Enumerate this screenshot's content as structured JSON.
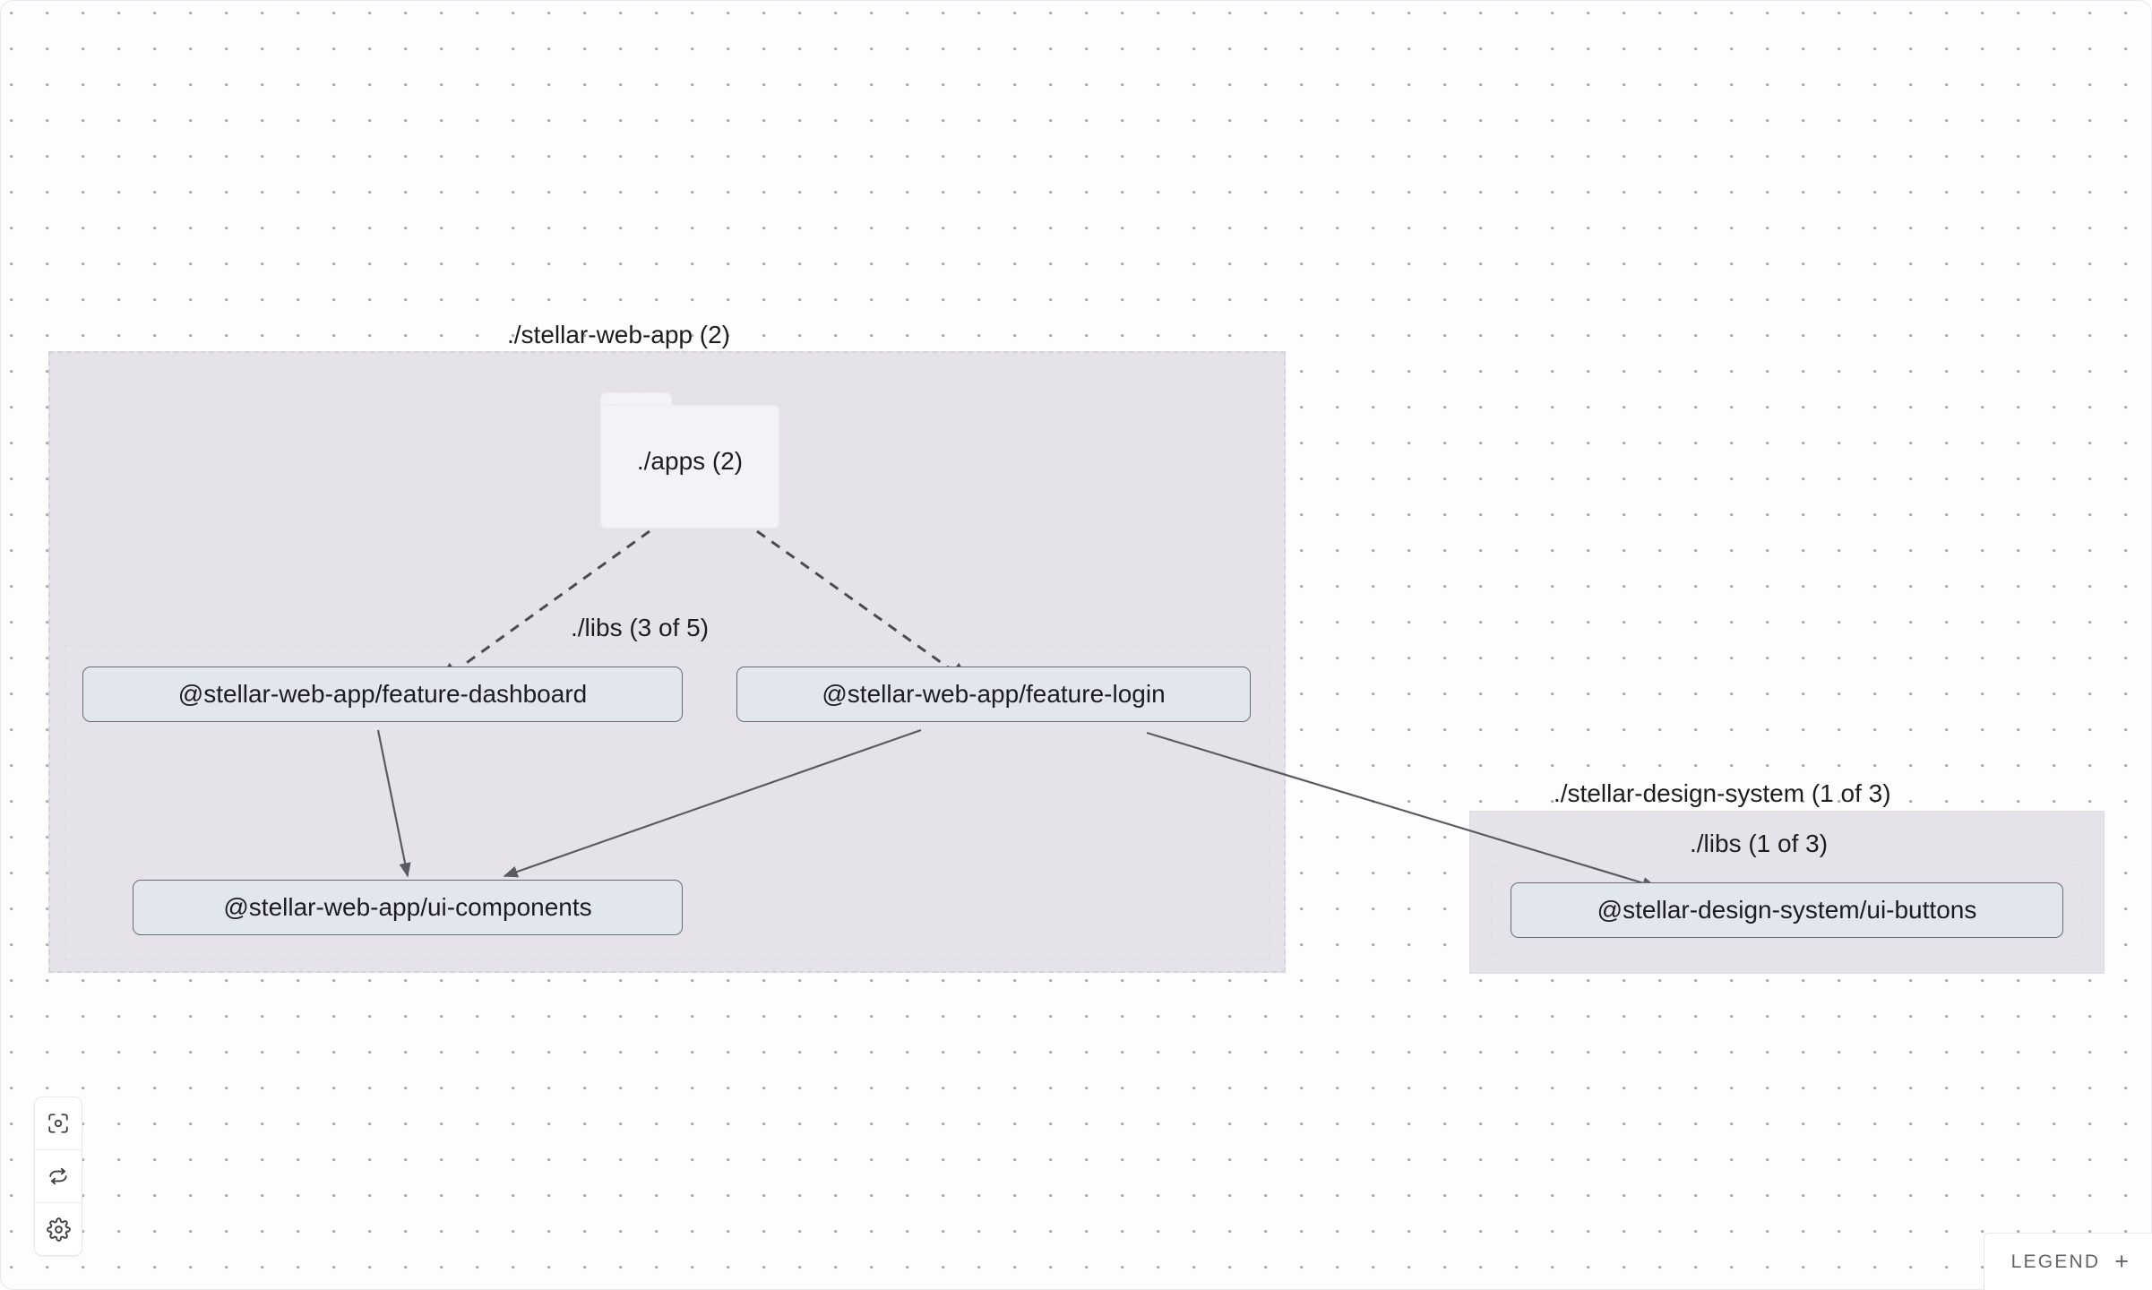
{
  "canvas": {
    "background_color": "#fdfdfe",
    "dot_color": "#a3adbd"
  },
  "groups": [
    {
      "id": "stellar-web-app",
      "label": "./stellar-web-app (2)",
      "fill": "#e5e3e9",
      "border_color": "#d3d3da",
      "subgroup": {
        "id": "web-app-libs",
        "label": "./libs (3 of 5)"
      }
    },
    {
      "id": "stellar-design-system",
      "label": "./stellar-design-system (1 of 3)",
      "fill": "#e5e3e9",
      "border_color": "#dcdbe2",
      "subgroup": {
        "id": "design-system-libs",
        "label": "./libs (1 of 3)"
      }
    }
  ],
  "nodes": [
    {
      "id": "apps-folder",
      "type": "folder",
      "label": "./apps (2)",
      "fill": "#f3f3f7"
    },
    {
      "id": "feature-dashboard",
      "type": "library",
      "label": "@stellar-web-app/feature-dashboard",
      "fill": "#e2e6ef"
    },
    {
      "id": "feature-login",
      "type": "library",
      "label": "@stellar-web-app/feature-login",
      "fill": "#e2e6ef"
    },
    {
      "id": "ui-components",
      "type": "library",
      "label": "@stellar-web-app/ui-components",
      "fill": "#e2e6ef"
    },
    {
      "id": "ui-buttons",
      "type": "library",
      "label": "@stellar-design-system/ui-buttons",
      "fill": "#e2e6ef"
    }
  ],
  "edges": [
    {
      "from": "apps-folder",
      "to": "feature-dashboard",
      "style": "dashed"
    },
    {
      "from": "apps-folder",
      "to": "feature-login",
      "style": "dashed"
    },
    {
      "from": "feature-dashboard",
      "to": "ui-components",
      "style": "solid"
    },
    {
      "from": "feature-login",
      "to": "ui-components",
      "style": "solid"
    },
    {
      "from": "feature-login",
      "to": "ui-buttons",
      "style": "solid"
    }
  ],
  "controls": [
    {
      "id": "focus",
      "icon": "focus-target-icon"
    },
    {
      "id": "refresh",
      "icon": "refresh-icon"
    },
    {
      "id": "settings",
      "icon": "gear-icon"
    }
  ],
  "legend": {
    "label": "LEGEND",
    "expand_glyph": "+"
  }
}
